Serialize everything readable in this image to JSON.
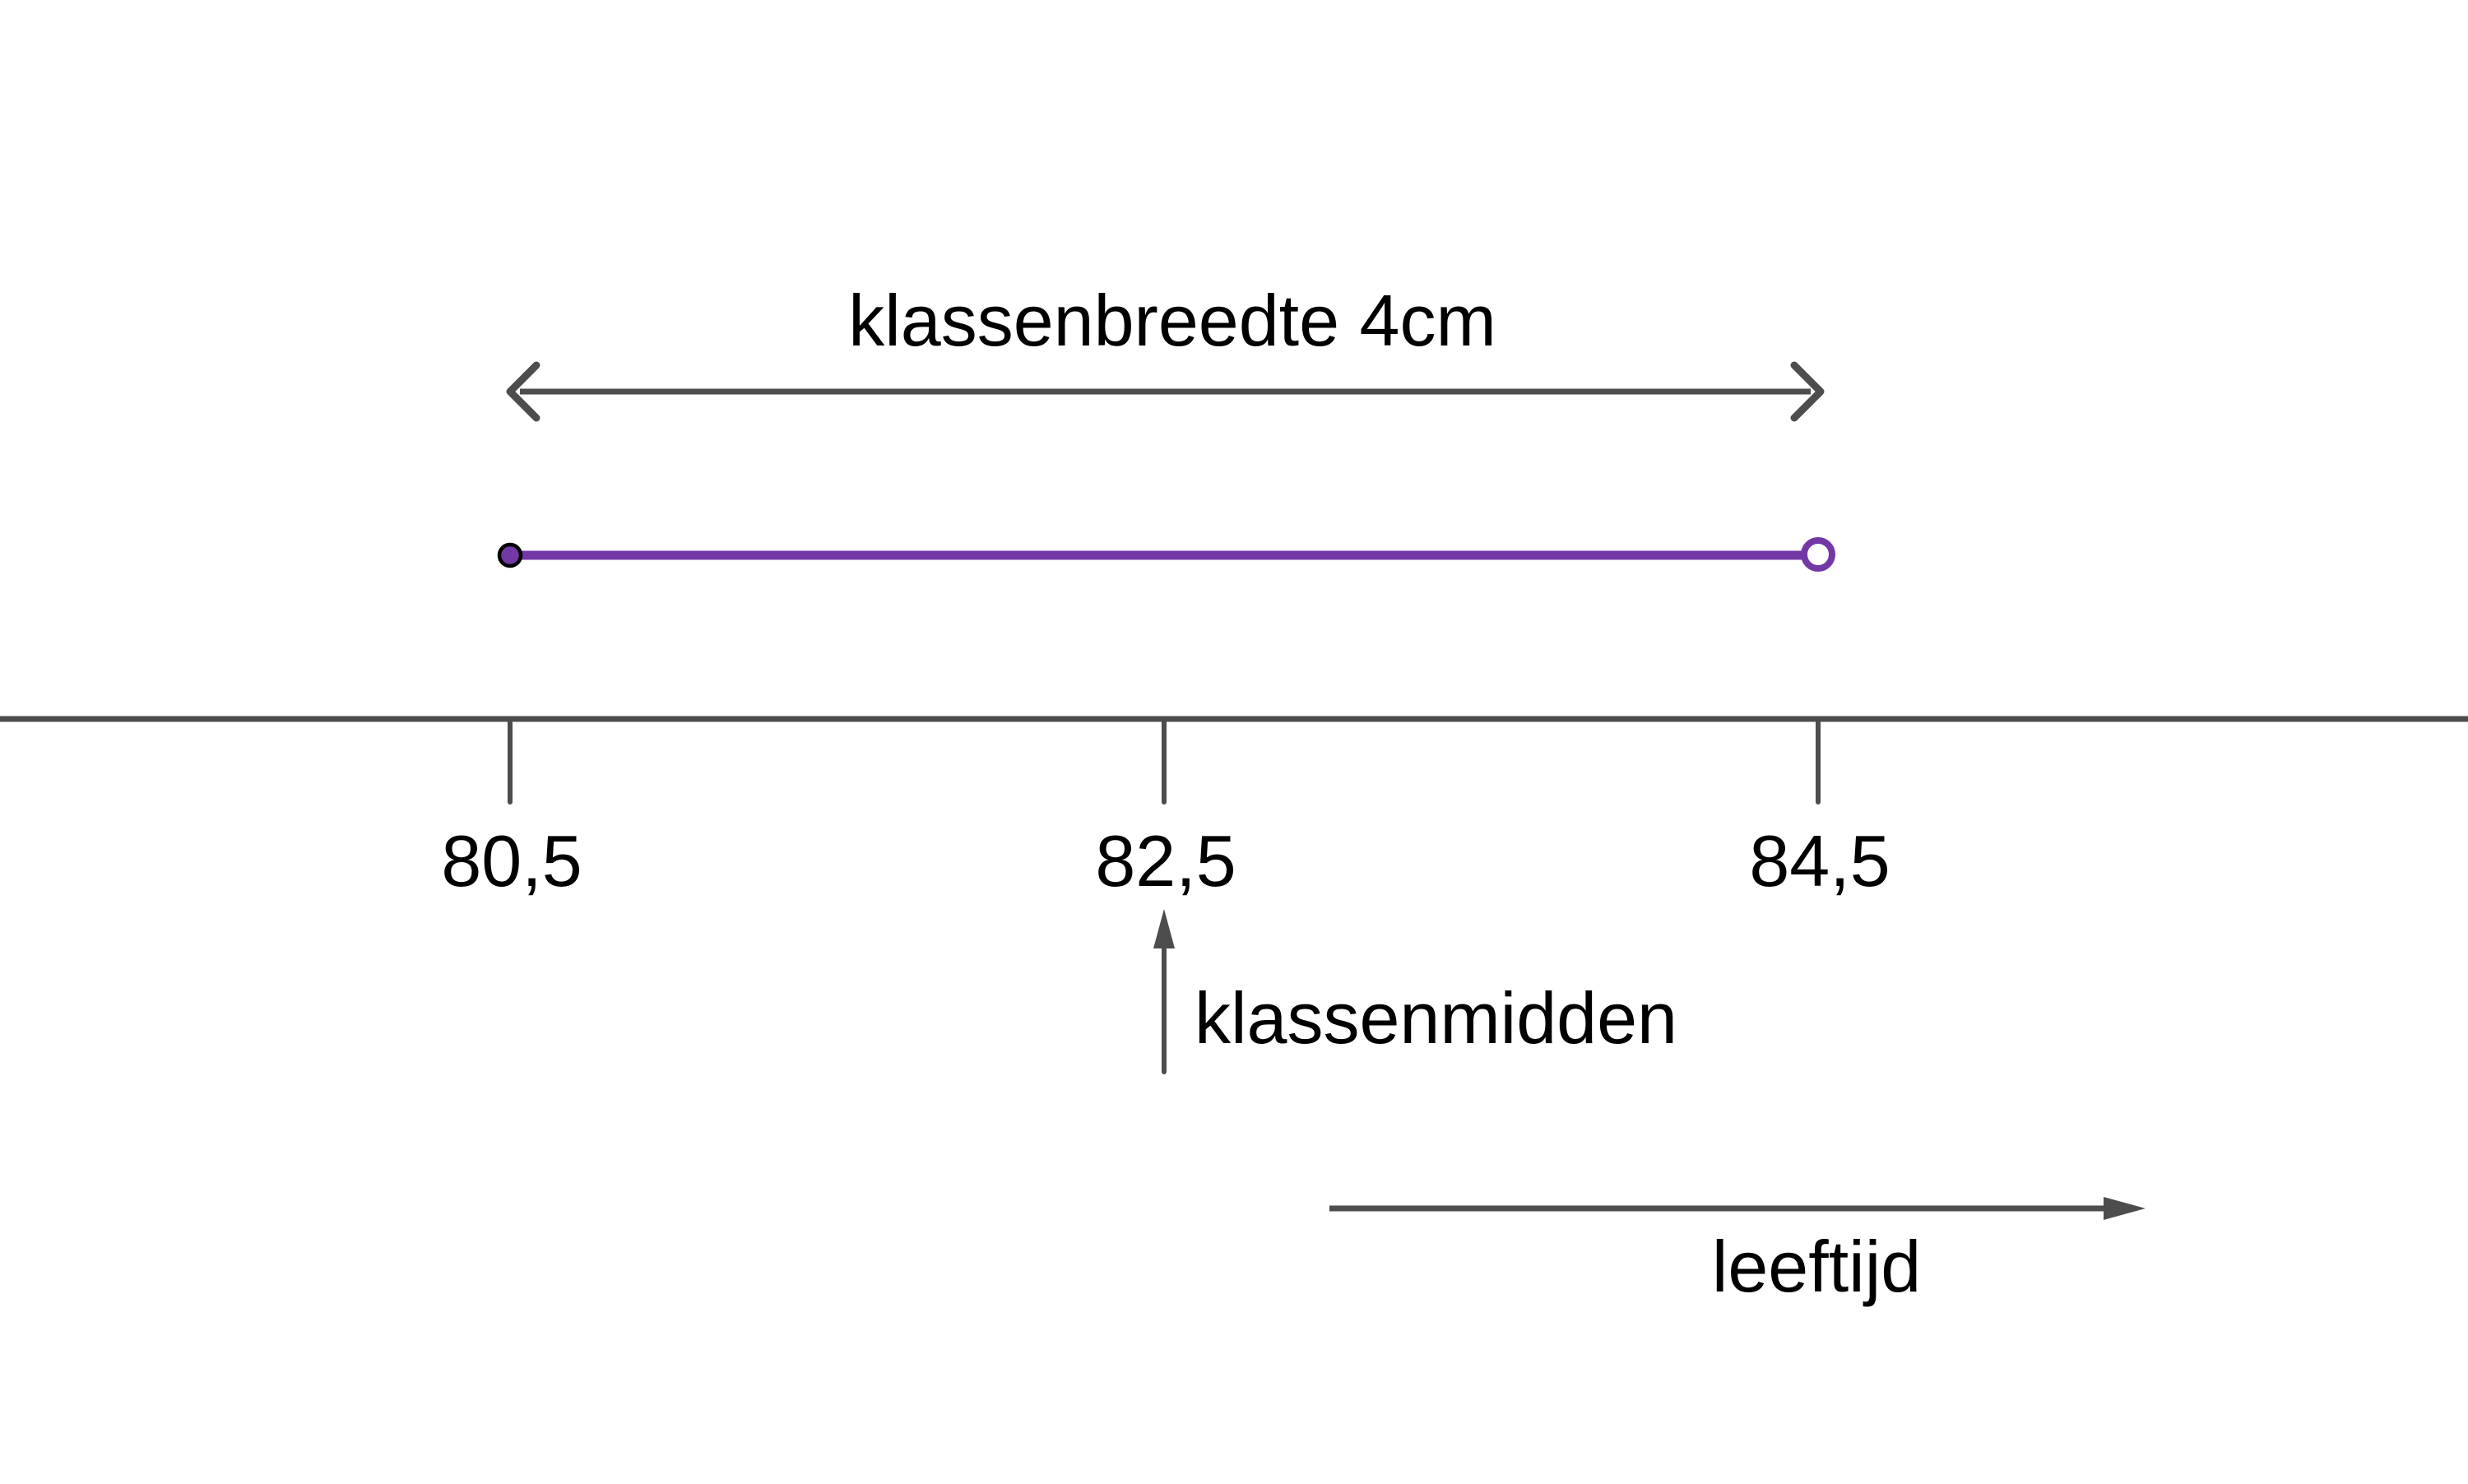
{
  "colors": {
    "background": "#ffffff",
    "axis_gray": "#4d4d4d",
    "text_black": "#000000",
    "interval_purple": "#7338a6"
  },
  "width_annotation": {
    "label": "klassenbreedte 4cm",
    "icon": "double-headed-arrow-icon"
  },
  "interval": {
    "start_endpoint": "filled-dot",
    "end_endpoint": "open-circle",
    "spans_from_tick": "80,5",
    "spans_to_tick": "84,5"
  },
  "axis": {
    "tick_labels": [
      "80,5",
      "82,5",
      "84,5"
    ],
    "axis_label": "leeftijd",
    "direction_icon": "right-arrow-icon"
  },
  "midpoint_annotation": {
    "label": "klassenmidden",
    "icon": "up-arrow-icon"
  }
}
